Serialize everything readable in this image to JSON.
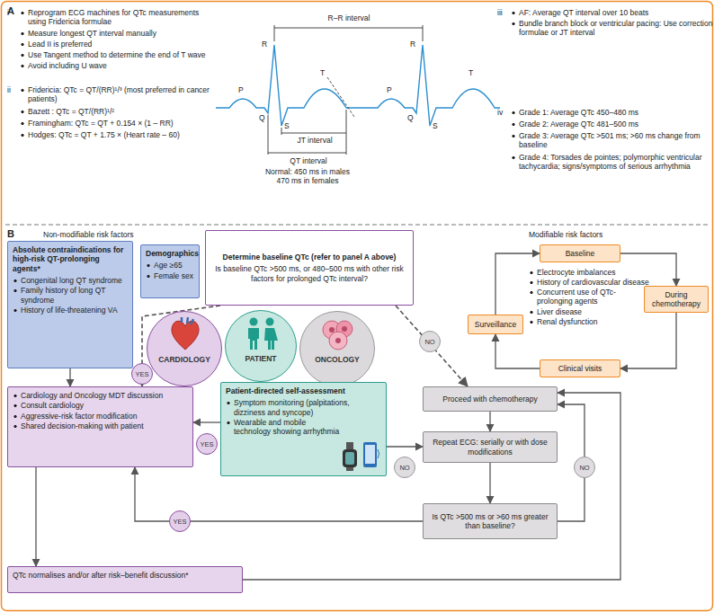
{
  "diagram": {
    "nodes": [
      {
        "text": [
          "Absolute contraindications for high-risk QT-prolonging agents*",
          "Congenital long QT syndrome",
          "Family history of long QT syndrome",
          "History of life-threatening VA"
        ]
      },
      {
        "text": [
          "Demographics",
          "Age ≥65",
          "Female sex"
        ]
      },
      {
        "text": [
          "Determine baseline QTc (refer to panel A above)",
          "Is baseline QTc >500 ms, or 480–500 ms with other risk factors for prolonged QTc interval?"
        ]
      },
      {
        "text": [
          "CARDIOLOGY"
        ]
      },
      {
        "text": [
          "PATIENT"
        ]
      },
      {
        "text": [
          "ONCOLOGY"
        ]
      },
      {
        "text": [
          "Baseline"
        ]
      },
      {
        "text": [
          "During chemotherapy"
        ]
      },
      {
        "text": [
          "Clinical visits"
        ]
      },
      {
        "text": [
          "Surveillance"
        ]
      },
      {
        "text": [
          "Cardiology and Oncology MDT discussion",
          "Consult cardiology",
          "Aggressive-risk factor modification",
          "Shared decision-making with patient"
        ]
      },
      {
        "text": [
          "Patient-directed self-assessment",
          "Symptom monitoring (palpitations, dizziness and syncope)",
          "Wearable and mobile technology showing arrhythmia"
        ]
      },
      {
        "text": [
          "Proceed with chemotherapy"
        ]
      },
      {
        "text": [
          "Repeat ECG: serially or with dose modifications"
        ]
      },
      {
        "text": [
          "Is QTc >500 ms or >60 ms greater than baseline?"
        ]
      },
      {
        "text": [
          "QTc normalises and/or after risk–benefit discussion*"
        ]
      }
    ],
    "edges": [
      {
        "from": 2,
        "to": 10,
        "arrow": "to",
        "label": "YES"
      },
      {
        "from": 2,
        "to": 12,
        "arrow": "to",
        "label": "NO"
      },
      {
        "from": 0,
        "to": 10,
        "arrow": "to"
      },
      {
        "from": 12,
        "to": 13,
        "arrow": "to"
      },
      {
        "from": 13,
        "to": 14,
        "arrow": "to"
      },
      {
        "from": 14,
        "to": 10,
        "arrow": "to",
        "label": "YES"
      },
      {
        "from": 14,
        "to": 12,
        "arrow": "to",
        "label": "NO"
      },
      {
        "from": 10,
        "to": 15,
        "arrow": "to"
      },
      {
        "from": 15,
        "to": 12,
        "arrow": "to"
      },
      {
        "from": 11,
        "to": 10,
        "arrow": "to",
        "label": "YES"
      },
      {
        "from": 11,
        "to": 13,
        "arrow": "to",
        "label": "NO"
      },
      {
        "from": 6,
        "to": 7,
        "arrow": "to"
      },
      {
        "from": 7,
        "to": 8,
        "arrow": "to"
      },
      {
        "from": 8,
        "to": 9,
        "arrow": "to"
      },
      {
        "from": 9,
        "to": 6,
        "arrow": "to"
      }
    ],
    "labels": [
      "A",
      "i",
      "Reprogram ECG machines for QTc measurements using Fridericia formulae",
      "Measure longest QT interval manually",
      "Lead II is preferred",
      "Use Tangent method to determine the end of T wave",
      "Avoid including U wave",
      "ii",
      "Fridericia: QTc = QT/(RR)¹/³ (most preferred in cancer patients)",
      "Bazett : QTc = QT/(RR)¹/²",
      "Framingham: QTc = QT + 0.154 × (1 – RR)",
      "Hodges: QTc = QT + 1.75 × (Heart rate – 60)",
      "R–R interval",
      "R",
      "R",
      "P",
      "P",
      "Q",
      "Q",
      "S",
      "S",
      "T",
      "T",
      "JT interval",
      "QT interval",
      "Normal: 450 ms in males",
      "470 ms in females",
      "iii",
      "AF: Average QT interval over 10 beats",
      "Bundle branch block or ventricular pacing: Use correction formulae or JT interval",
      "iv",
      "Grade 1: Average QTc 450–480 ms",
      "Grade 2: Average QTc 481–500 ms",
      "Grade 3: Average QTc >501 ms; >60 ms change from baseline",
      "Grade 4: Torsades de pointes; polymorphic ventricular tachycardia; signs/symptoms of serious arrhythmia",
      "B",
      "Non-modifiable risk factors",
      "Modifiable risk factors",
      "Electrocyte imbalances",
      "History of cardiovascular disease",
      "Concurrent use of QTc-prolonging agents",
      "Liver disease",
      "Renal dysfunction"
    ]
  }
}
